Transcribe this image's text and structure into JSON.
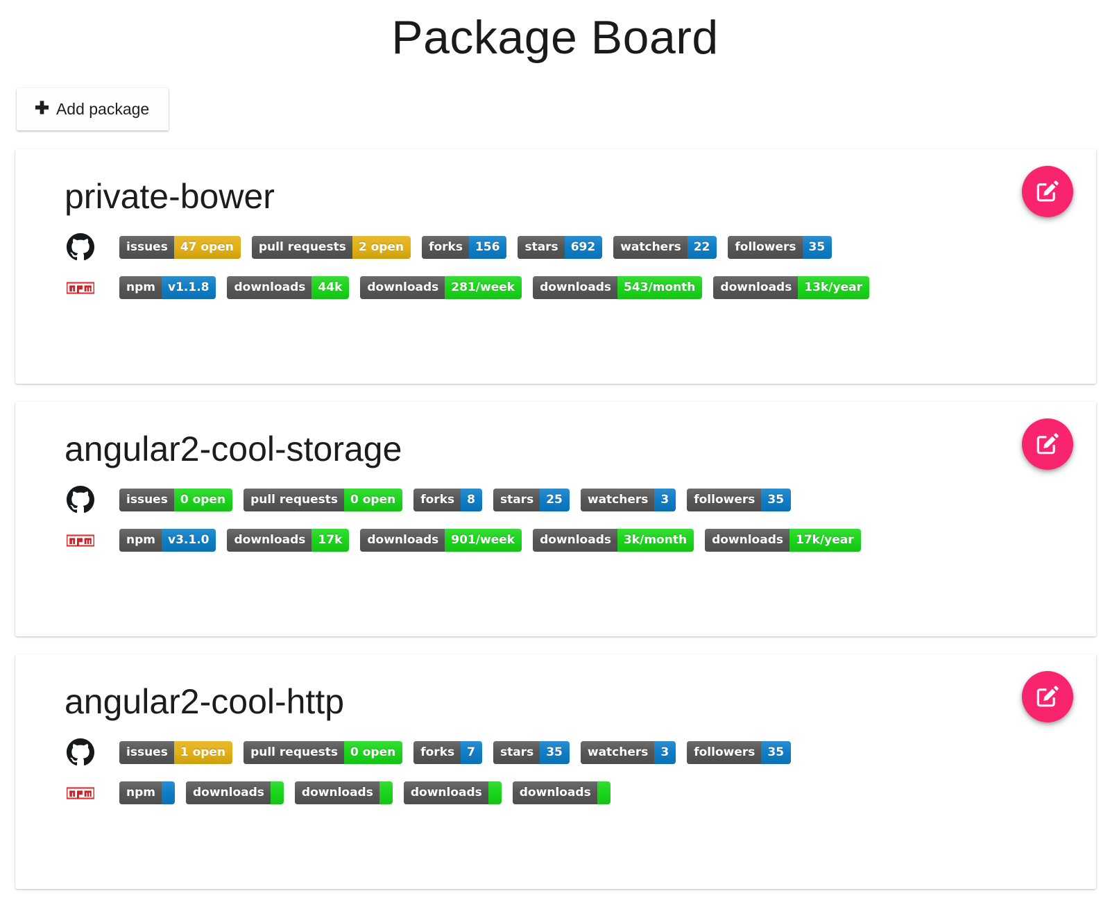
{
  "header": {
    "title": "Package Board"
  },
  "toolbar": {
    "add_label": "Add package",
    "add_icon": "plus-icon"
  },
  "card_actions": {
    "edit_icon": "edit-pencil-icon",
    "edit_color": "#f8246e"
  },
  "badge_colors": {
    "label_grey": "#555555",
    "blue": "#0e7dc7",
    "green": "#1ad61a",
    "yellow": "#e3b014"
  },
  "packages": [
    {
      "name": "private-bower",
      "github": {
        "icon": "github-icon",
        "badges": [
          {
            "label": "issues",
            "value": "47 open",
            "color": "yellow"
          },
          {
            "label": "pull requests",
            "value": "2 open",
            "color": "yellow"
          },
          {
            "label": "forks",
            "value": "156",
            "color": "blue"
          },
          {
            "label": "stars",
            "value": "692",
            "color": "blue"
          },
          {
            "label": "watchers",
            "value": "22",
            "color": "blue"
          },
          {
            "label": "followers",
            "value": "35",
            "color": "blue"
          }
        ]
      },
      "npm": {
        "icon": "npm-icon",
        "badges": [
          {
            "label": "npm",
            "value": "v1.1.8",
            "color": "blue"
          },
          {
            "label": "downloads",
            "value": "44k",
            "color": "green"
          },
          {
            "label": "downloads",
            "value": "281/week",
            "color": "green"
          },
          {
            "label": "downloads",
            "value": "543/month",
            "color": "green"
          },
          {
            "label": "downloads",
            "value": "13k/year",
            "color": "green"
          }
        ]
      }
    },
    {
      "name": "angular2-cool-storage",
      "github": {
        "icon": "github-icon",
        "badges": [
          {
            "label": "issues",
            "value": "0 open",
            "color": "green"
          },
          {
            "label": "pull requests",
            "value": "0 open",
            "color": "green"
          },
          {
            "label": "forks",
            "value": "8",
            "color": "blue"
          },
          {
            "label": "stars",
            "value": "25",
            "color": "blue"
          },
          {
            "label": "watchers",
            "value": "3",
            "color": "blue"
          },
          {
            "label": "followers",
            "value": "35",
            "color": "blue"
          }
        ]
      },
      "npm": {
        "icon": "npm-icon",
        "badges": [
          {
            "label": "npm",
            "value": "v3.1.0",
            "color": "blue"
          },
          {
            "label": "downloads",
            "value": "17k",
            "color": "green"
          },
          {
            "label": "downloads",
            "value": "901/week",
            "color": "green"
          },
          {
            "label": "downloads",
            "value": "3k/month",
            "color": "green"
          },
          {
            "label": "downloads",
            "value": "17k/year",
            "color": "green"
          }
        ]
      }
    },
    {
      "name": "angular2-cool-http",
      "github": {
        "icon": "github-icon",
        "badges": [
          {
            "label": "issues",
            "value": "1 open",
            "color": "yellow"
          },
          {
            "label": "pull requests",
            "value": "0 open",
            "color": "green"
          },
          {
            "label": "forks",
            "value": "7",
            "color": "blue"
          },
          {
            "label": "stars",
            "value": "35",
            "color": "blue"
          },
          {
            "label": "watchers",
            "value": "3",
            "color": "blue"
          },
          {
            "label": "followers",
            "value": "35",
            "color": "blue"
          }
        ]
      },
      "npm": {
        "icon": "npm-icon",
        "badges": [
          {
            "label": "npm",
            "value": "",
            "color": "blue"
          },
          {
            "label": "downloads",
            "value": "",
            "color": "green"
          },
          {
            "label": "downloads",
            "value": "",
            "color": "green"
          },
          {
            "label": "downloads",
            "value": "",
            "color": "green"
          },
          {
            "label": "downloads",
            "value": "",
            "color": "green"
          }
        ]
      }
    }
  ]
}
